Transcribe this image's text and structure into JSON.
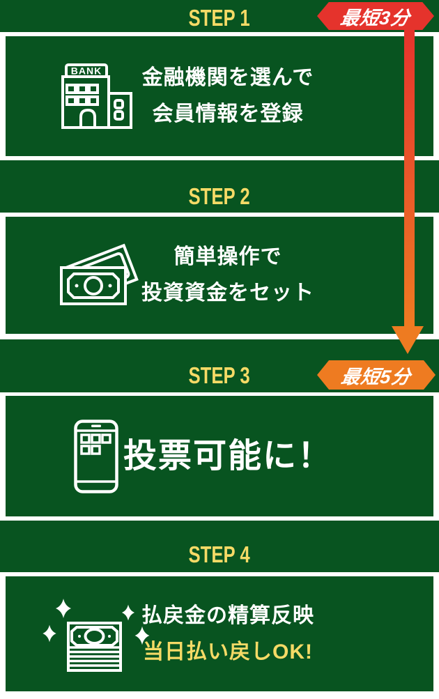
{
  "colors": {
    "green": "#085420",
    "yellow": "#f5da66",
    "red": "#e5332c",
    "orange": "#ee7b21",
    "text_white": "#ffffff"
  },
  "steps": [
    {
      "label": "STEP 1",
      "icon": "bank-building-icon",
      "badge": "最短3分",
      "lines": [
        "金融機関を選んで",
        "会員情報を登録"
      ]
    },
    {
      "label": "STEP 2",
      "icon": "money-bills-icon",
      "lines": [
        "簡単操作で",
        "投資資金をセット"
      ]
    },
    {
      "label": "STEP 3",
      "icon": "smartphone-icon",
      "badge": "最短5分",
      "lines": [
        "投票可能に！"
      ]
    },
    {
      "label": "STEP 4",
      "icon": "money-stack-sparkles-icon",
      "lines": [
        "払戻金の精算反映",
        "当日払い戻しOK!"
      ]
    }
  ],
  "bank_sign": "BANK"
}
